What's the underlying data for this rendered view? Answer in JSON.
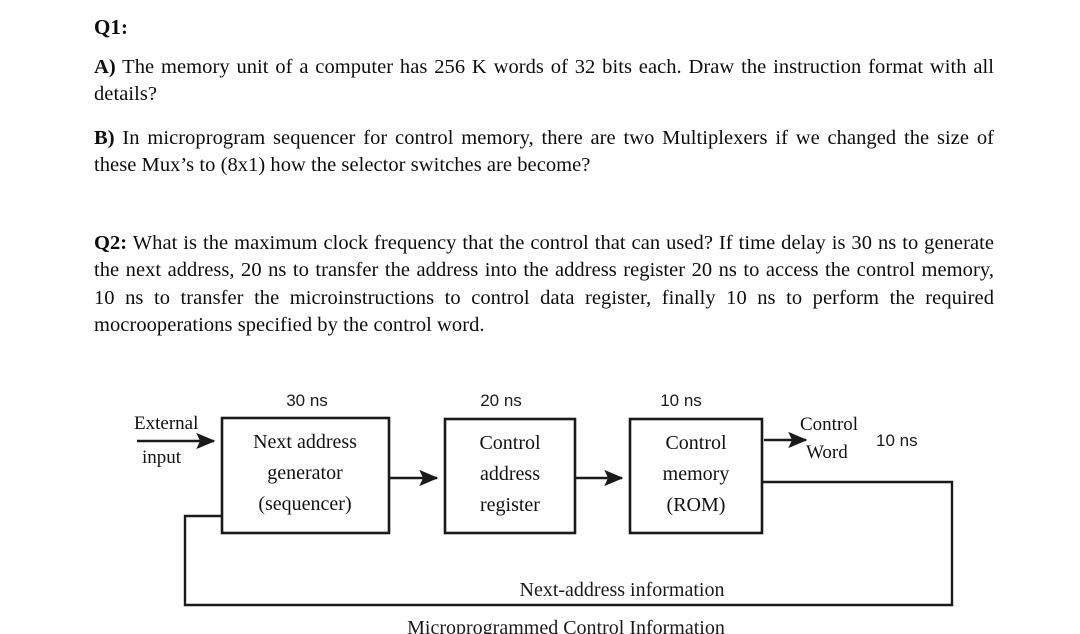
{
  "document": {
    "q1": {
      "heading": "Q1:",
      "part_a_marker": "A)",
      "part_a_text": " The memory unit of a computer has 256 K words of 32 bits each. Draw the instruction format with all details?",
      "part_b_marker": "B)",
      "part_b_text": " In microprogram sequencer for control memory, there are two Multiplexers if we changed the size of these Mux’s to (8x1) how the selector switches are become?"
    },
    "q2": {
      "marker": "Q2:",
      "text": " What is the maximum clock frequency that the control that can used? If time delay is 30 ns to generate the next address, 20 ns to transfer the address into the address register 20 ns to access the control memory, 10 ns to transfer the microinstructions to control data register, finally 10 ns to perform the required mocrooperations specified by the control word."
    }
  },
  "diagram": {
    "caption": "Microprogrammed Control Information",
    "feedback_label": "Next-address information",
    "external_input": {
      "line1": "External",
      "line2": "input"
    },
    "output_label": {
      "line1": "Control",
      "line2": "Word"
    },
    "output_timing": "10 ns",
    "blocks": [
      {
        "timing": "30 ns",
        "lines": [
          "Next address",
          "generator",
          "(sequencer)"
        ]
      },
      {
        "timing": "20 ns",
        "lines": [
          "Control",
          "address",
          "register"
        ]
      },
      {
        "timing": "10 ns",
        "lines": [
          "Control",
          "memory",
          "(ROM)"
        ]
      }
    ],
    "colors": {
      "ink": "#1a1a1a",
      "background": "#ffffff"
    }
  }
}
